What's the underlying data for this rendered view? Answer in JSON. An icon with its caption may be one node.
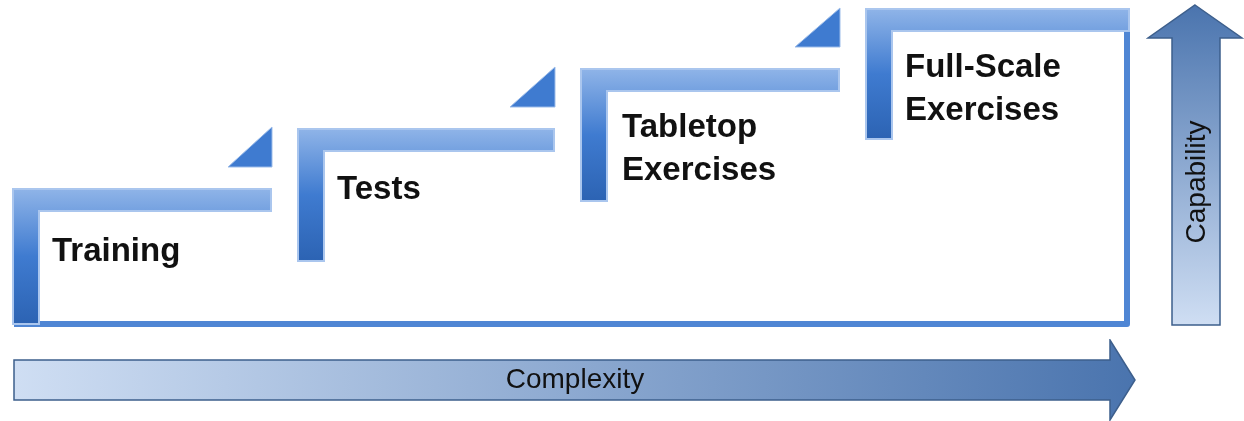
{
  "diagram": {
    "nodes": [
      {
        "text": [
          "Training"
        ]
      },
      {
        "text": [
          "Tests"
        ]
      },
      {
        "text": [
          "Tabletop Exercises"
        ]
      },
      {
        "text": [
          "Full-Scale Exercises"
        ]
      },
      {
        "text": [
          "Complexity"
        ]
      },
      {
        "text": [
          "Capability"
        ]
      }
    ]
  }
}
